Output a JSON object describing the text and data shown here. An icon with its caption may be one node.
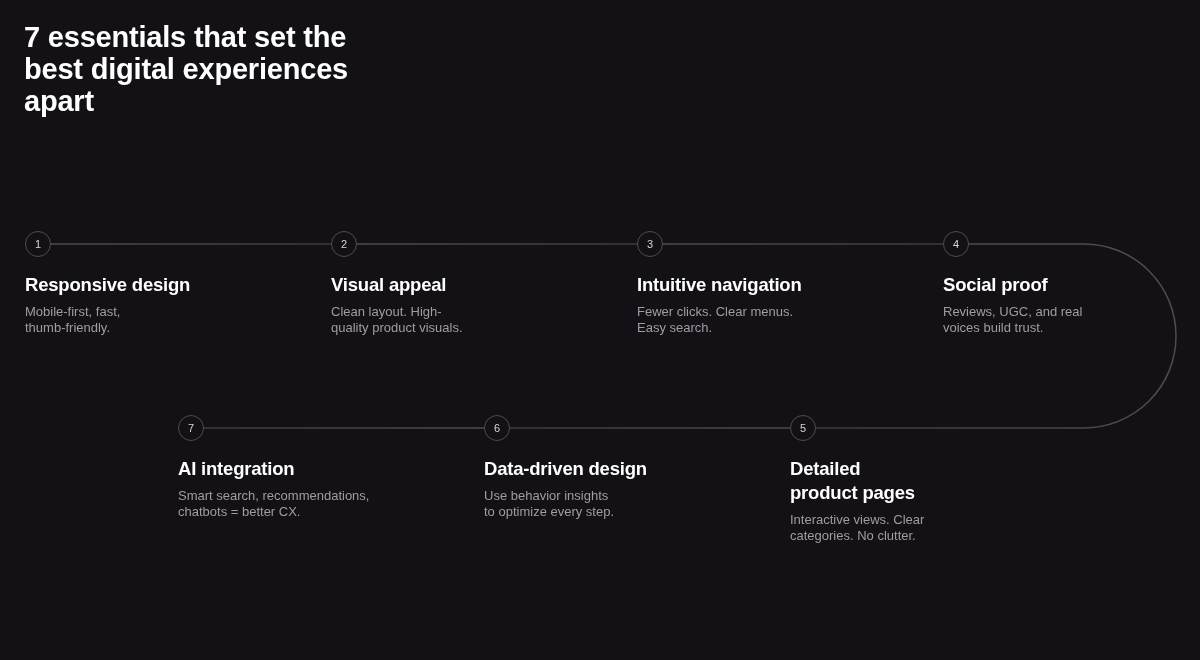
{
  "diagram": {
    "title": "7 essentials that set the best digital experiences apart",
    "nodes": [
      {
        "text": [
          "1"
        ],
        "beside": [
          "Responsive design",
          "Mobile-first, fast, thumb-friendly."
        ]
      },
      {
        "text": [
          "2"
        ],
        "beside": [
          "Visual appeal",
          "Clean layout. High-quality product visuals."
        ]
      },
      {
        "text": [
          "3"
        ],
        "beside": [
          "Intuitive navigation",
          "Fewer clicks. Clear menus. Easy search."
        ]
      },
      {
        "text": [
          "4"
        ],
        "beside": [
          "Social proof",
          "Reviews, UGC, and real voices build trust."
        ]
      },
      {
        "text": [
          "5"
        ],
        "beside": [
          "Detailed product pages",
          "Interactive views. Clear categories. No clutter."
        ]
      },
      {
        "text": [
          "6"
        ],
        "beside": [
          "Data-driven design",
          "Use behavior insights to optimize every step."
        ]
      },
      {
        "text": [
          "7"
        ],
        "beside": [
          "AI integration",
          "Smart search, recommendations, chatbots = better CX."
        ]
      }
    ],
    "edges": [
      {
        "from": 0,
        "to": 1,
        "arrow": "none"
      },
      {
        "from": 1,
        "to": 2,
        "arrow": "none"
      },
      {
        "from": 2,
        "to": 3,
        "arrow": "none"
      },
      {
        "from": 3,
        "to": 4,
        "arrow": "none"
      },
      {
        "from": 4,
        "to": 5,
        "arrow": "none"
      },
      {
        "from": 5,
        "to": 6,
        "arrow": "none"
      }
    ]
  }
}
